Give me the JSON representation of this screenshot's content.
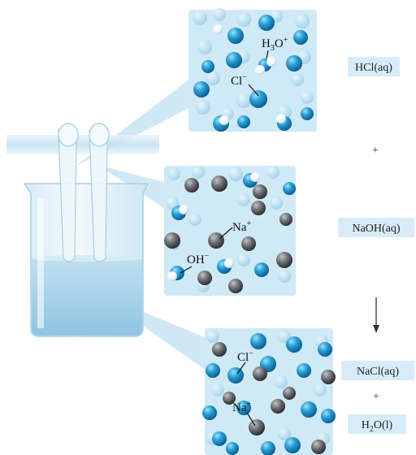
{
  "panels": [
    {
      "id": "top",
      "ions": [
        {
          "base": "H",
          "sub": "3",
          "base2": "O",
          "sup": "+"
        },
        {
          "base": "Cl",
          "sup": "−"
        }
      ]
    },
    {
      "id": "middle",
      "ions": [
        {
          "base": "Na",
          "sup": "+"
        },
        {
          "base": "OH",
          "sup": "−"
        }
      ]
    },
    {
      "id": "bottom",
      "ions": [
        {
          "base": "Cl",
          "sup": "−"
        },
        {
          "base": "Na",
          "sup": "+"
        }
      ]
    }
  ],
  "labels": {
    "reactant1": "HCl(aq)",
    "plus1": "+",
    "reactant2": "NaOH(aq)",
    "arrow": "↓",
    "product1": "NaCl(aq)",
    "plus2": "+",
    "product2_base": "H",
    "product2_sub": "2",
    "product2_rest": "O(l)"
  },
  "colors": {
    "panel_bg": "#cfe9f6",
    "blue_sphere": "#1f8fc8",
    "gray_sphere": "#6d6f72",
    "white_sphere": "#ffffff",
    "label_box": "#d7ecf8",
    "beaker_glass": "#e6f3fa",
    "liquid": "#aed4ea"
  }
}
